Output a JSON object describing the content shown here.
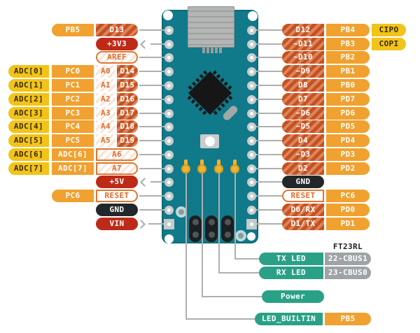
{
  "colors": {
    "board_teal": "#10798A",
    "badge_yellow": "#F2C319",
    "badge_orange": "#F0A12F",
    "badge_striped_orange": "#C8511D",
    "badge_red": "#BE2A18",
    "badge_black": "#22272A",
    "badge_teal_green": "#2AA186",
    "badge_gray": "#9EA3A6",
    "outline_orange": "#E2762F",
    "wire_gray": "#AFAFAF"
  },
  "left": {
    "rows": [
      {
        "gpio": "PB5",
        "pin": "D13"
      },
      {
        "pin": "+3V3"
      },
      {
        "pin": "AREF"
      },
      {
        "adc": "ADC[0]",
        "gpio": "PC0",
        "analog": "A0",
        "digital": "D14"
      },
      {
        "adc": "ADC[1]",
        "gpio": "PC1",
        "analog": "A1",
        "digital": "D15"
      },
      {
        "adc": "ADC[2]",
        "gpio": "PC2",
        "analog": "A2",
        "digital": "D16"
      },
      {
        "adc": "ADC[3]",
        "gpio": "PC3",
        "analog": "A3",
        "digital": "D17"
      },
      {
        "adc": "ADC[4]",
        "gpio": "PC4",
        "analog": "A4",
        "digital": "D18"
      },
      {
        "adc": "ADC[5]",
        "gpio": "PC5",
        "analog": "A5",
        "digital": "D19"
      },
      {
        "adc": "ADC[6]",
        "gpio": "ADC[6]",
        "pin": "A6"
      },
      {
        "adc": "ADC[7]",
        "gpio": "ADC[7]",
        "pin": "A7"
      },
      {
        "pin": "+5V"
      },
      {
        "gpio": "PC6",
        "pin": "RESET"
      },
      {
        "pin": "GND"
      },
      {
        "pin": "VIN"
      }
    ]
  },
  "right": {
    "rows": [
      {
        "pin": "D12",
        "gpio": "PB4",
        "bus": "CIPO"
      },
      {
        "pin": "~D11",
        "gpio": "PB3",
        "bus": "COPI"
      },
      {
        "pin": "~D10",
        "gpio": "PB2"
      },
      {
        "pin": "~D9",
        "gpio": "PB1"
      },
      {
        "pin": "D8",
        "gpio": "PB0"
      },
      {
        "pin": "D7",
        "gpio": "PD7"
      },
      {
        "pin": "~D6",
        "gpio": "PD6"
      },
      {
        "pin": "~D5",
        "gpio": "PD5"
      },
      {
        "pin": "D4",
        "gpio": "PD4"
      },
      {
        "pin": "~D3",
        "gpio": "PD3"
      },
      {
        "pin": "D2",
        "gpio": "PD2"
      },
      {
        "pin": "GND"
      },
      {
        "pin": "RESET",
        "gpio": "PC6"
      },
      {
        "pin": "D0/RX",
        "gpio": "PD0"
      },
      {
        "pin": "D1/TX",
        "gpio": "PD1"
      }
    ]
  },
  "bottom": {
    "chip_label": "FT23RL",
    "rows": [
      {
        "label": "TX LED",
        "pin": "22-CBUS1"
      },
      {
        "label": "RX LED",
        "pin": "23-CBUS0"
      },
      {
        "label": "Power"
      },
      {
        "label": "LED_BUILTIN",
        "pin": "PB5"
      }
    ]
  }
}
